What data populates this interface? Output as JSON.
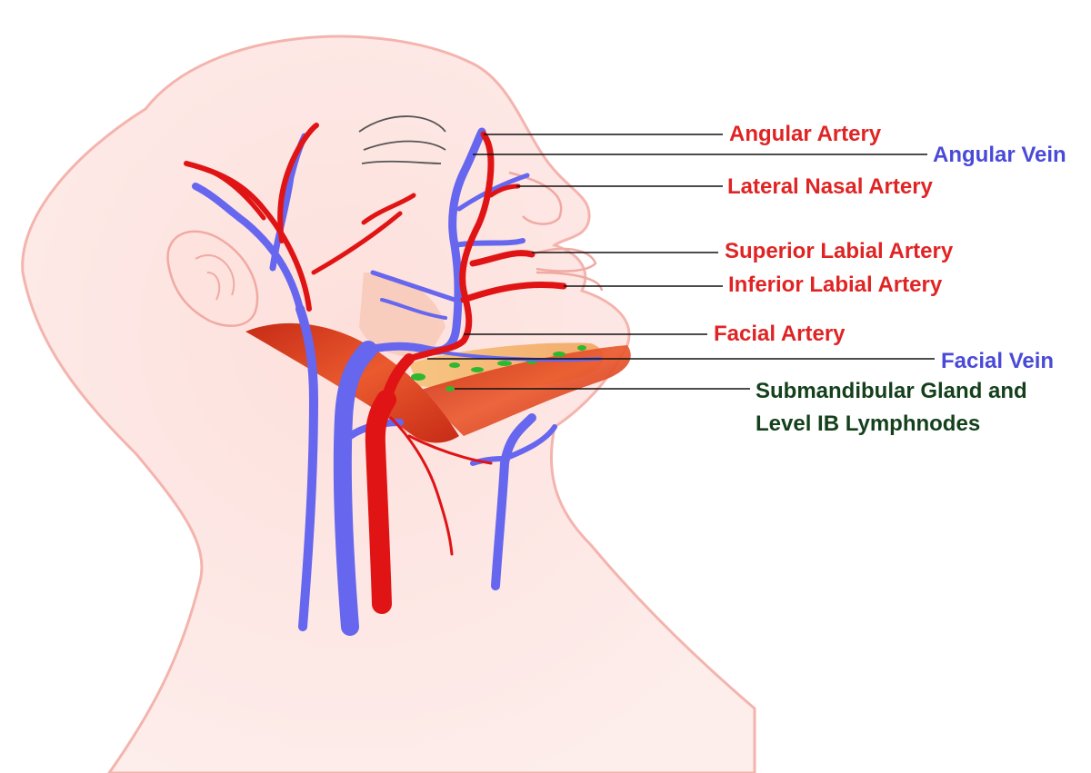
{
  "labels": {
    "angular_artery": "Angular Artery",
    "angular_vein": "Angular Vein",
    "lateral_nasal_artery": "Lateral Nasal Artery",
    "superior_labial_artery": "Superior Labial Artery",
    "inferior_labial_artery": "Inferior Labial Artery",
    "facial_artery": "Facial Artery",
    "facial_vein": "Facial Vein",
    "gland_line1": "Submandibular Gland and",
    "gland_line2": "Level IB Lymphnodes"
  },
  "colors": {
    "artery": "#e02424",
    "vein": "#4a4ad8",
    "gland_text": "#14401c",
    "skin_fill": "#fde8e6",
    "skin_outline": "#f4b4ae",
    "muscle": "#d83a1e",
    "lymph": "#2fb82f"
  }
}
